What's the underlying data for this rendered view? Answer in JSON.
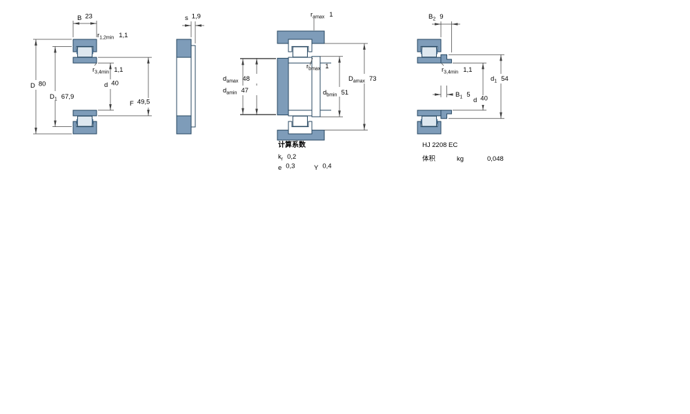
{
  "colors": {
    "ring_fill": "#7e9cb9",
    "ring_stroke": "#24455f",
    "roller_fill": "#dde7ef",
    "cage_fill": "#4b6e8e",
    "dim_line": "#404040",
    "text_color": "#000000"
  },
  "dims": {
    "B": {
      "main": "B",
      "sub": "",
      "value": "23"
    },
    "r12": {
      "main": "r",
      "sub": "1,2min",
      "value": "1,1"
    },
    "D": {
      "main": "D",
      "sub": "",
      "value": "80"
    },
    "D1": {
      "main": "D",
      "sub": "1",
      "value": "67,9"
    },
    "r34": {
      "main": "r",
      "sub": "3,4min",
      "value": "1,1"
    },
    "d": {
      "main": "d",
      "sub": "",
      "value": "40"
    },
    "F": {
      "main": "F",
      "sub": "",
      "value": "49,5"
    },
    "s": {
      "main": "s",
      "sub": "",
      "value": "1,9"
    },
    "ramax": {
      "main": "r",
      "sub": "amax",
      "value": "1"
    },
    "rbmax": {
      "main": "r",
      "sub": "bmax",
      "value": "1"
    },
    "damax": {
      "main": "d",
      "sub": "amax",
      "value": "48"
    },
    "damin": {
      "main": "d",
      "sub": "amin",
      "value": "47"
    },
    "Damax": {
      "main": "D",
      "sub": "amax",
      "value": "73"
    },
    "dbmin": {
      "main": "d",
      "sub": "bmin",
      "value": "51"
    },
    "B2": {
      "main": "B",
      "sub": "2",
      "value": "9"
    },
    "r34hj": {
      "main": "r",
      "sub": "3,4min",
      "value": "1,1"
    },
    "d1": {
      "main": "d",
      "sub": "1",
      "value": "54"
    },
    "B1": {
      "main": "B",
      "sub": "1",
      "value": "5"
    },
    "dhj": {
      "main": "d",
      "sub": "",
      "value": "40"
    }
  },
  "calc": {
    "heading": "计算系数",
    "kr": {
      "main": "k",
      "sub": "r",
      "value": "0,2"
    },
    "e": {
      "main": "e",
      "sub": "",
      "value": "0,3"
    },
    "y": {
      "main": "Y",
      "sub": "",
      "value": "0,4"
    }
  },
  "product": {
    "designation": "HJ 2208 EC",
    "mass_label": "体积",
    "mass_unit": "kg",
    "mass_value": "0,048"
  }
}
